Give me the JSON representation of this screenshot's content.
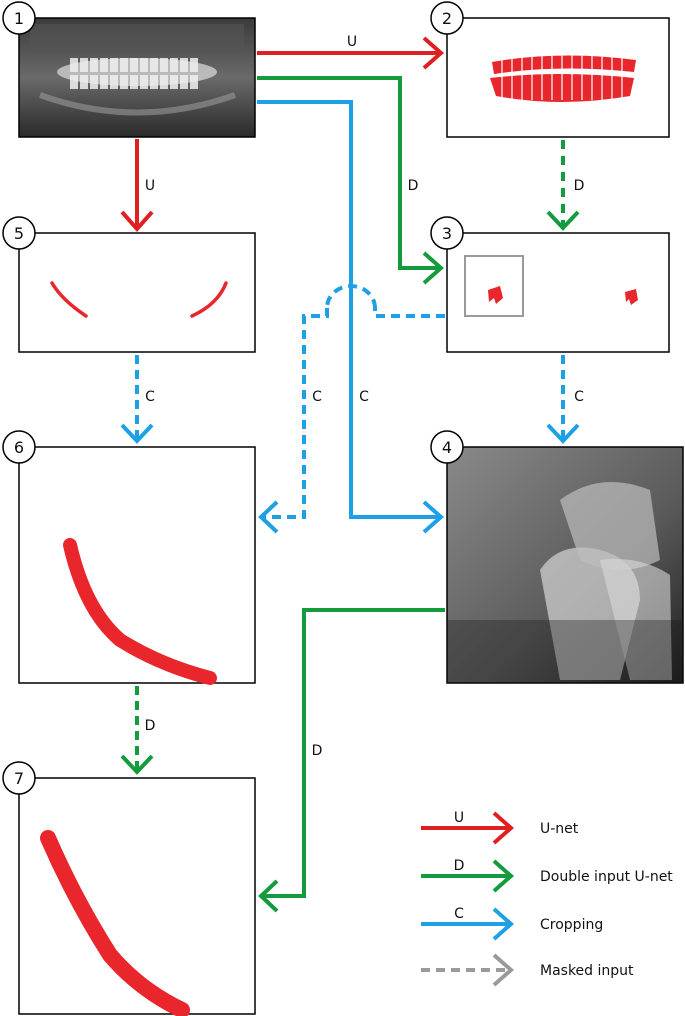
{
  "nodes": [
    {
      "number": "1"
    },
    {
      "number": "2"
    },
    {
      "number": "3"
    },
    {
      "number": "4"
    },
    {
      "number": "5"
    },
    {
      "number": "6"
    },
    {
      "number": "7"
    }
  ],
  "edge_labels": {
    "u_top": "U",
    "u_left": "U",
    "d_center": "D",
    "d_right": "D",
    "c_center": "C",
    "c_left_dashed": "C",
    "c_mid_dashed": "C",
    "c_right_dashed": "C",
    "d_left_dashed": "D",
    "d_bottom": "D"
  },
  "legend": {
    "items": [
      {
        "key": "U",
        "label": "U-net",
        "color": "#e02020"
      },
      {
        "key": "D",
        "label": "Double input U-net",
        "color": "#139b3e"
      },
      {
        "key": "C",
        "label": "Cropping",
        "color": "#1ea0e6"
      },
      {
        "key": "",
        "label": "Masked input",
        "color": "#9a9a9a"
      }
    ]
  },
  "colors": {
    "unet": "#e02020",
    "double": "#139b3e",
    "crop": "#1ea0e6",
    "masked": "#9a9a9a",
    "mask_fill": "#e8262b"
  }
}
